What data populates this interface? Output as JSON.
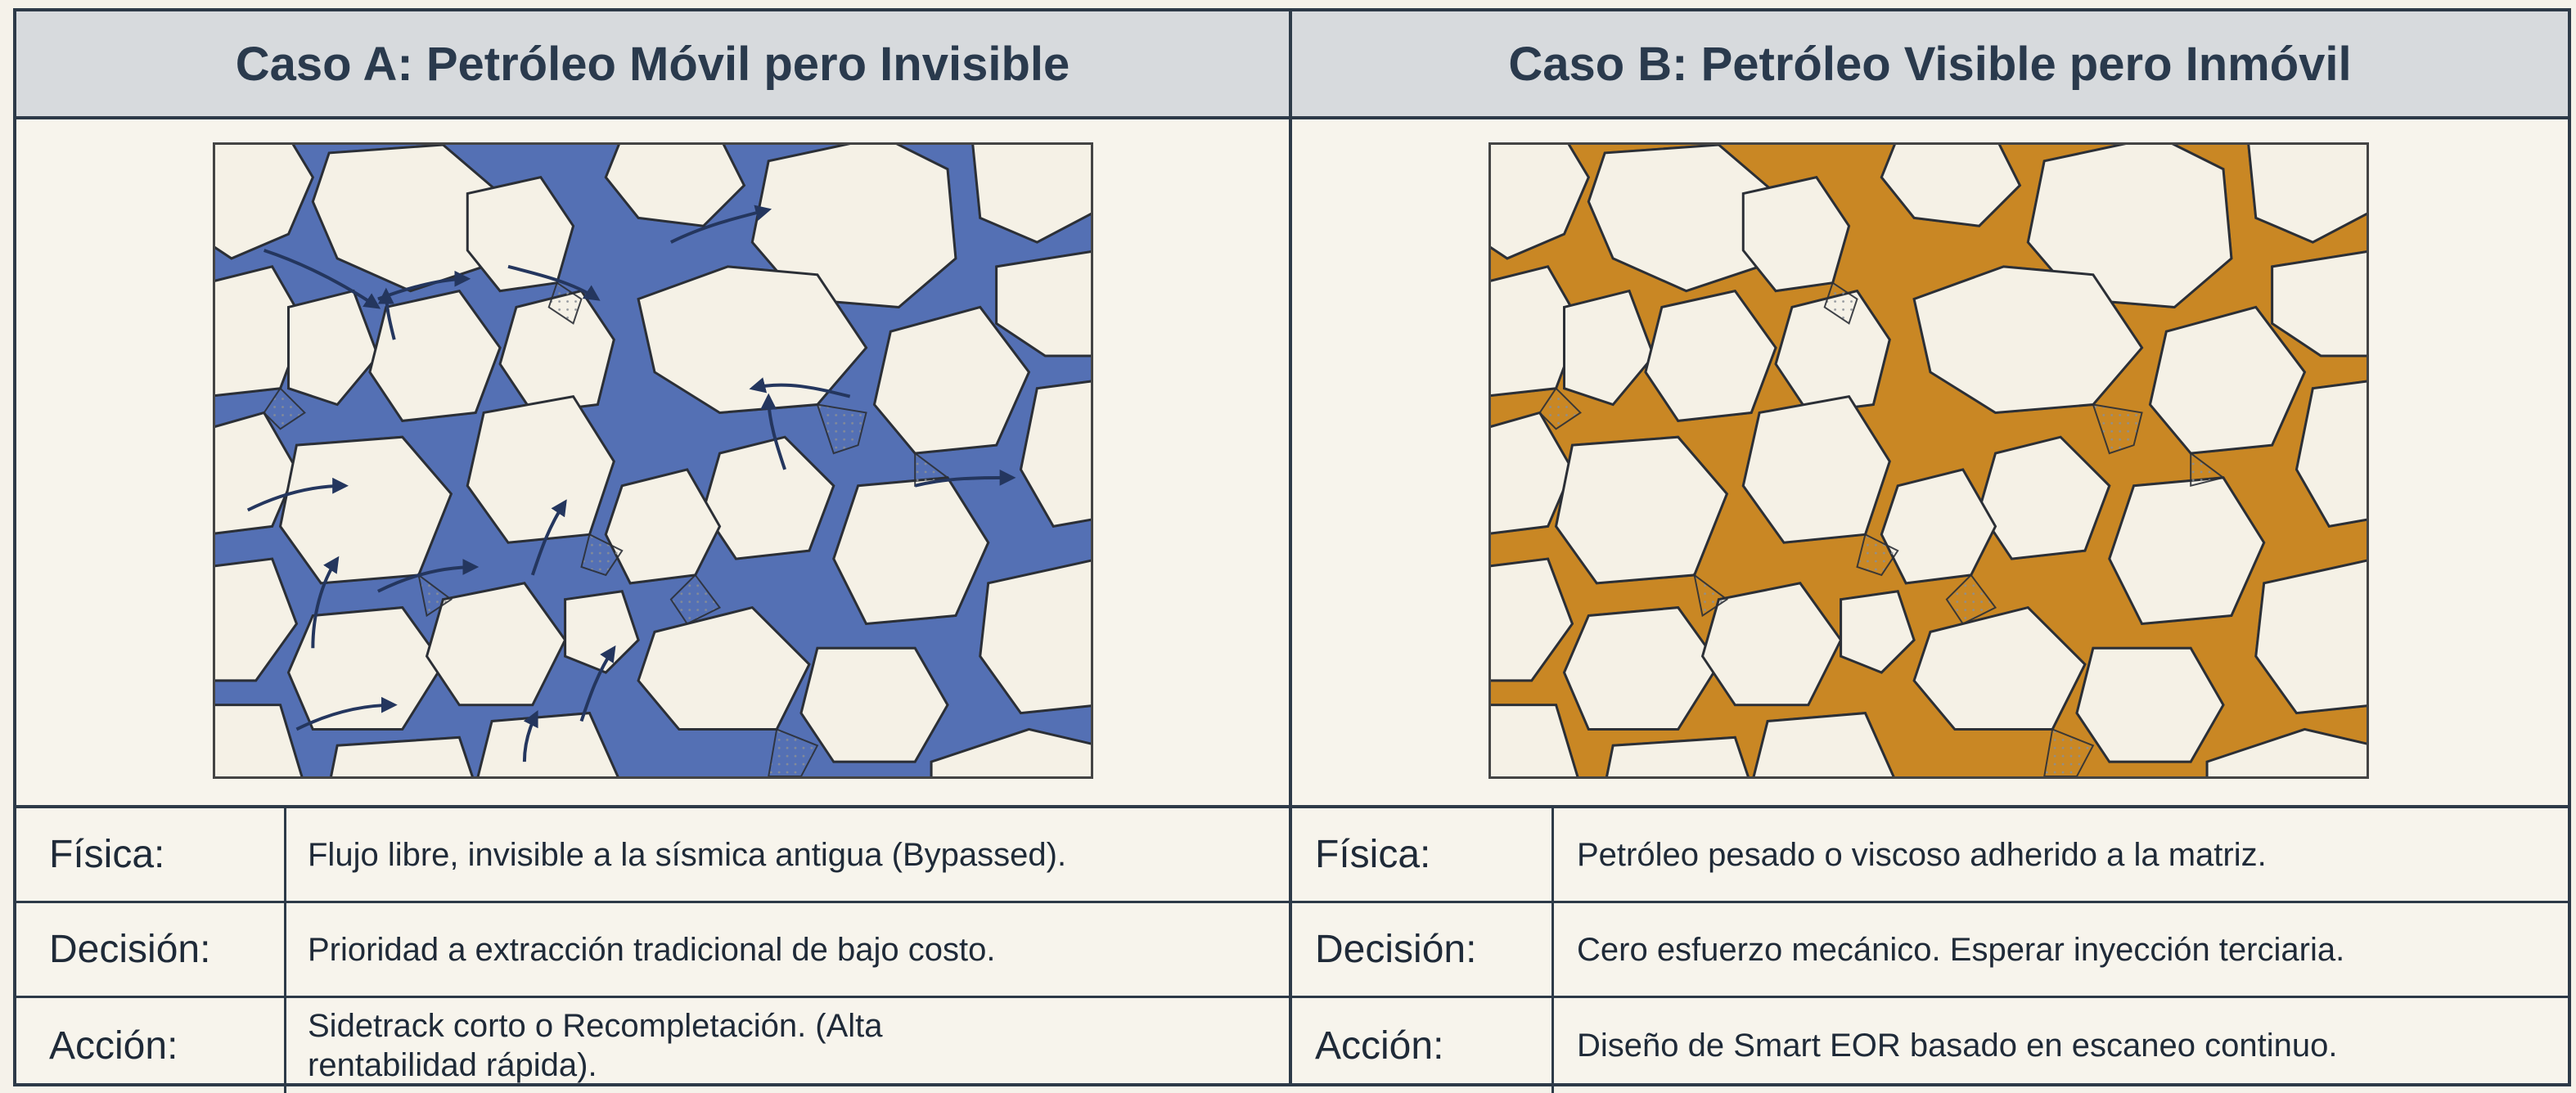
{
  "colors": {
    "mobile_oil": "#5470b4",
    "immobile_oil": "#c98724",
    "header_bg": "#d7dadd",
    "border": "#2d3a48",
    "grain_fill": "#f5f1e6"
  },
  "caseA": {
    "title": "Caso A: Petróleo Móvil pero Invisible",
    "rows": [
      {
        "label": "Física:",
        "value": "Flujo libre, invisible a la sísmica antigua (Bypassed)."
      },
      {
        "label": "Decisión:",
        "value": "Prioridad a extracción tradicional de bajo costo."
      },
      {
        "label": "Acción:",
        "value": "Sidetrack corto o Recompletación. (Alta rentabilidad rápida)."
      }
    ]
  },
  "caseB": {
    "title": "Caso B: Petróleo Visible pero Inmóvil",
    "rows": [
      {
        "label": "Física:",
        "value": "Petróleo pesado o viscoso adherido a la matriz."
      },
      {
        "label": "Decisión:",
        "value": "Cero esfuerzo mecánico. Esperar inyección terciaria."
      },
      {
        "label": "Acción:",
        "value": "Diseño de Smart EOR basado en escaneo continuo."
      }
    ]
  }
}
